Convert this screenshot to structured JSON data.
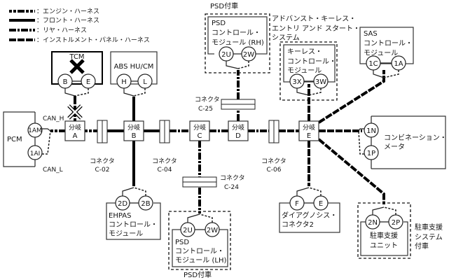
{
  "legend": [
    {
      "style": "engine",
      "label": "：エンジン・ハーネス"
    },
    {
      "style": "front",
      "label": "：フロント・ハーネス"
    },
    {
      "style": "rear",
      "label": "：リヤ・ハーネス"
    },
    {
      "style": "instrument",
      "label": "：インストルメント・パネル・ハーネス"
    }
  ],
  "modules": {
    "tcm": {
      "title": "TCM",
      "pins": [
        "B",
        "E"
      ],
      "status": "disconnected-x"
    },
    "abs": {
      "title": "ABS HU/CM",
      "pins": [
        "H",
        "L"
      ]
    },
    "pcm": {
      "title": "PCM",
      "pins": [
        "1AM",
        "1AI"
      ],
      "can_h": "CAN_H",
      "can_l": "CAN_L"
    },
    "psd_rh": {
      "lines": [
        "PSD",
        "コントロール・",
        "モジュール (RH)"
      ],
      "pins": [
        "2U",
        "2W"
      ],
      "option": "PSD付車"
    },
    "keyless": {
      "system_lines": [
        "アドバンスト・キーレス・",
        "エントリ アンド スタート・",
        "システム"
      ],
      "lines": [
        "キーレス・",
        "コントロール・",
        "モジュール"
      ],
      "pins": [
        "3X",
        "3W"
      ]
    },
    "sas": {
      "lines": [
        "SAS",
        "コントロール・",
        "モジュール"
      ],
      "pins": [
        "1C",
        "1A"
      ]
    },
    "meter": {
      "lines": [
        "コンビネーション・",
        "メータ"
      ],
      "pins": [
        "1N",
        "1P"
      ]
    },
    "ehpas": {
      "lines": [
        "EHPAS",
        "コントロール・",
        "モジュール"
      ],
      "pins": [
        "2D",
        "2B"
      ]
    },
    "psd_lh": {
      "lines": [
        "PSD",
        "コントロール・",
        "モジュール (LH)"
      ],
      "pins": [
        "2U",
        "2W"
      ],
      "option": "PSD付車"
    },
    "dlc": {
      "lines": [
        "ダイアグノシス・",
        "コネクタ2"
      ],
      "pins": [
        "F",
        "E"
      ]
    },
    "parking": {
      "lines": [
        "駐車支援",
        "ユニット"
      ],
      "pins": [
        "2N",
        "2P"
      ],
      "option_lines": [
        "駐車支援",
        "システム",
        "付車"
      ]
    }
  },
  "junctions": [
    {
      "id": "A",
      "label": "分岐",
      "letter": "A"
    },
    {
      "id": "B",
      "label": "分岐",
      "letter": "B"
    },
    {
      "id": "C",
      "label": "分岐",
      "letter": "C"
    },
    {
      "id": "D",
      "label": "分岐",
      "letter": "D"
    },
    {
      "id": "E",
      "label": "分岐",
      "letter": "E"
    }
  ],
  "connectors": [
    {
      "label": "コネクタ",
      "code": "C-02"
    },
    {
      "label": "コネクタ",
      "code": "C-04"
    },
    {
      "label": "コネクタ",
      "code": "C-06"
    },
    {
      "label": "コネクタ",
      "code": "C-24"
    },
    {
      "label": "コネクタ",
      "code": "C-25"
    }
  ]
}
